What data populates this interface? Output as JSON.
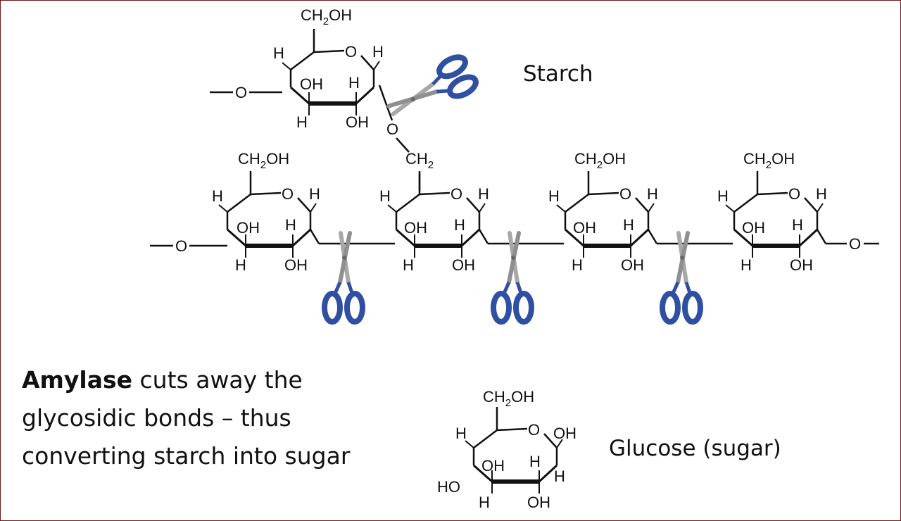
{
  "labels": {
    "starch": "Starch",
    "glucose": "Glucose (sugar)"
  },
  "description": {
    "bold_term": "Amylase",
    "line1_rest": " cuts away the",
    "line2": "glycosidic bonds – thus",
    "line3": "converting starch into sugar"
  },
  "atoms": {
    "ch2oh": "CH",
    "ch2oh_sub": "2",
    "ch2oh_tail": "OH",
    "ch2": "CH",
    "ch2_sub": "2",
    "oh": "OH",
    "ho": "HO",
    "h": "H",
    "o": "O",
    "bond": "—"
  },
  "colors": {
    "border": "#6b1a1a",
    "scissor_handle": "#2f4fa3",
    "scissor_blade": "#a8a8a8"
  },
  "icons": [
    "scissors-icon"
  ]
}
